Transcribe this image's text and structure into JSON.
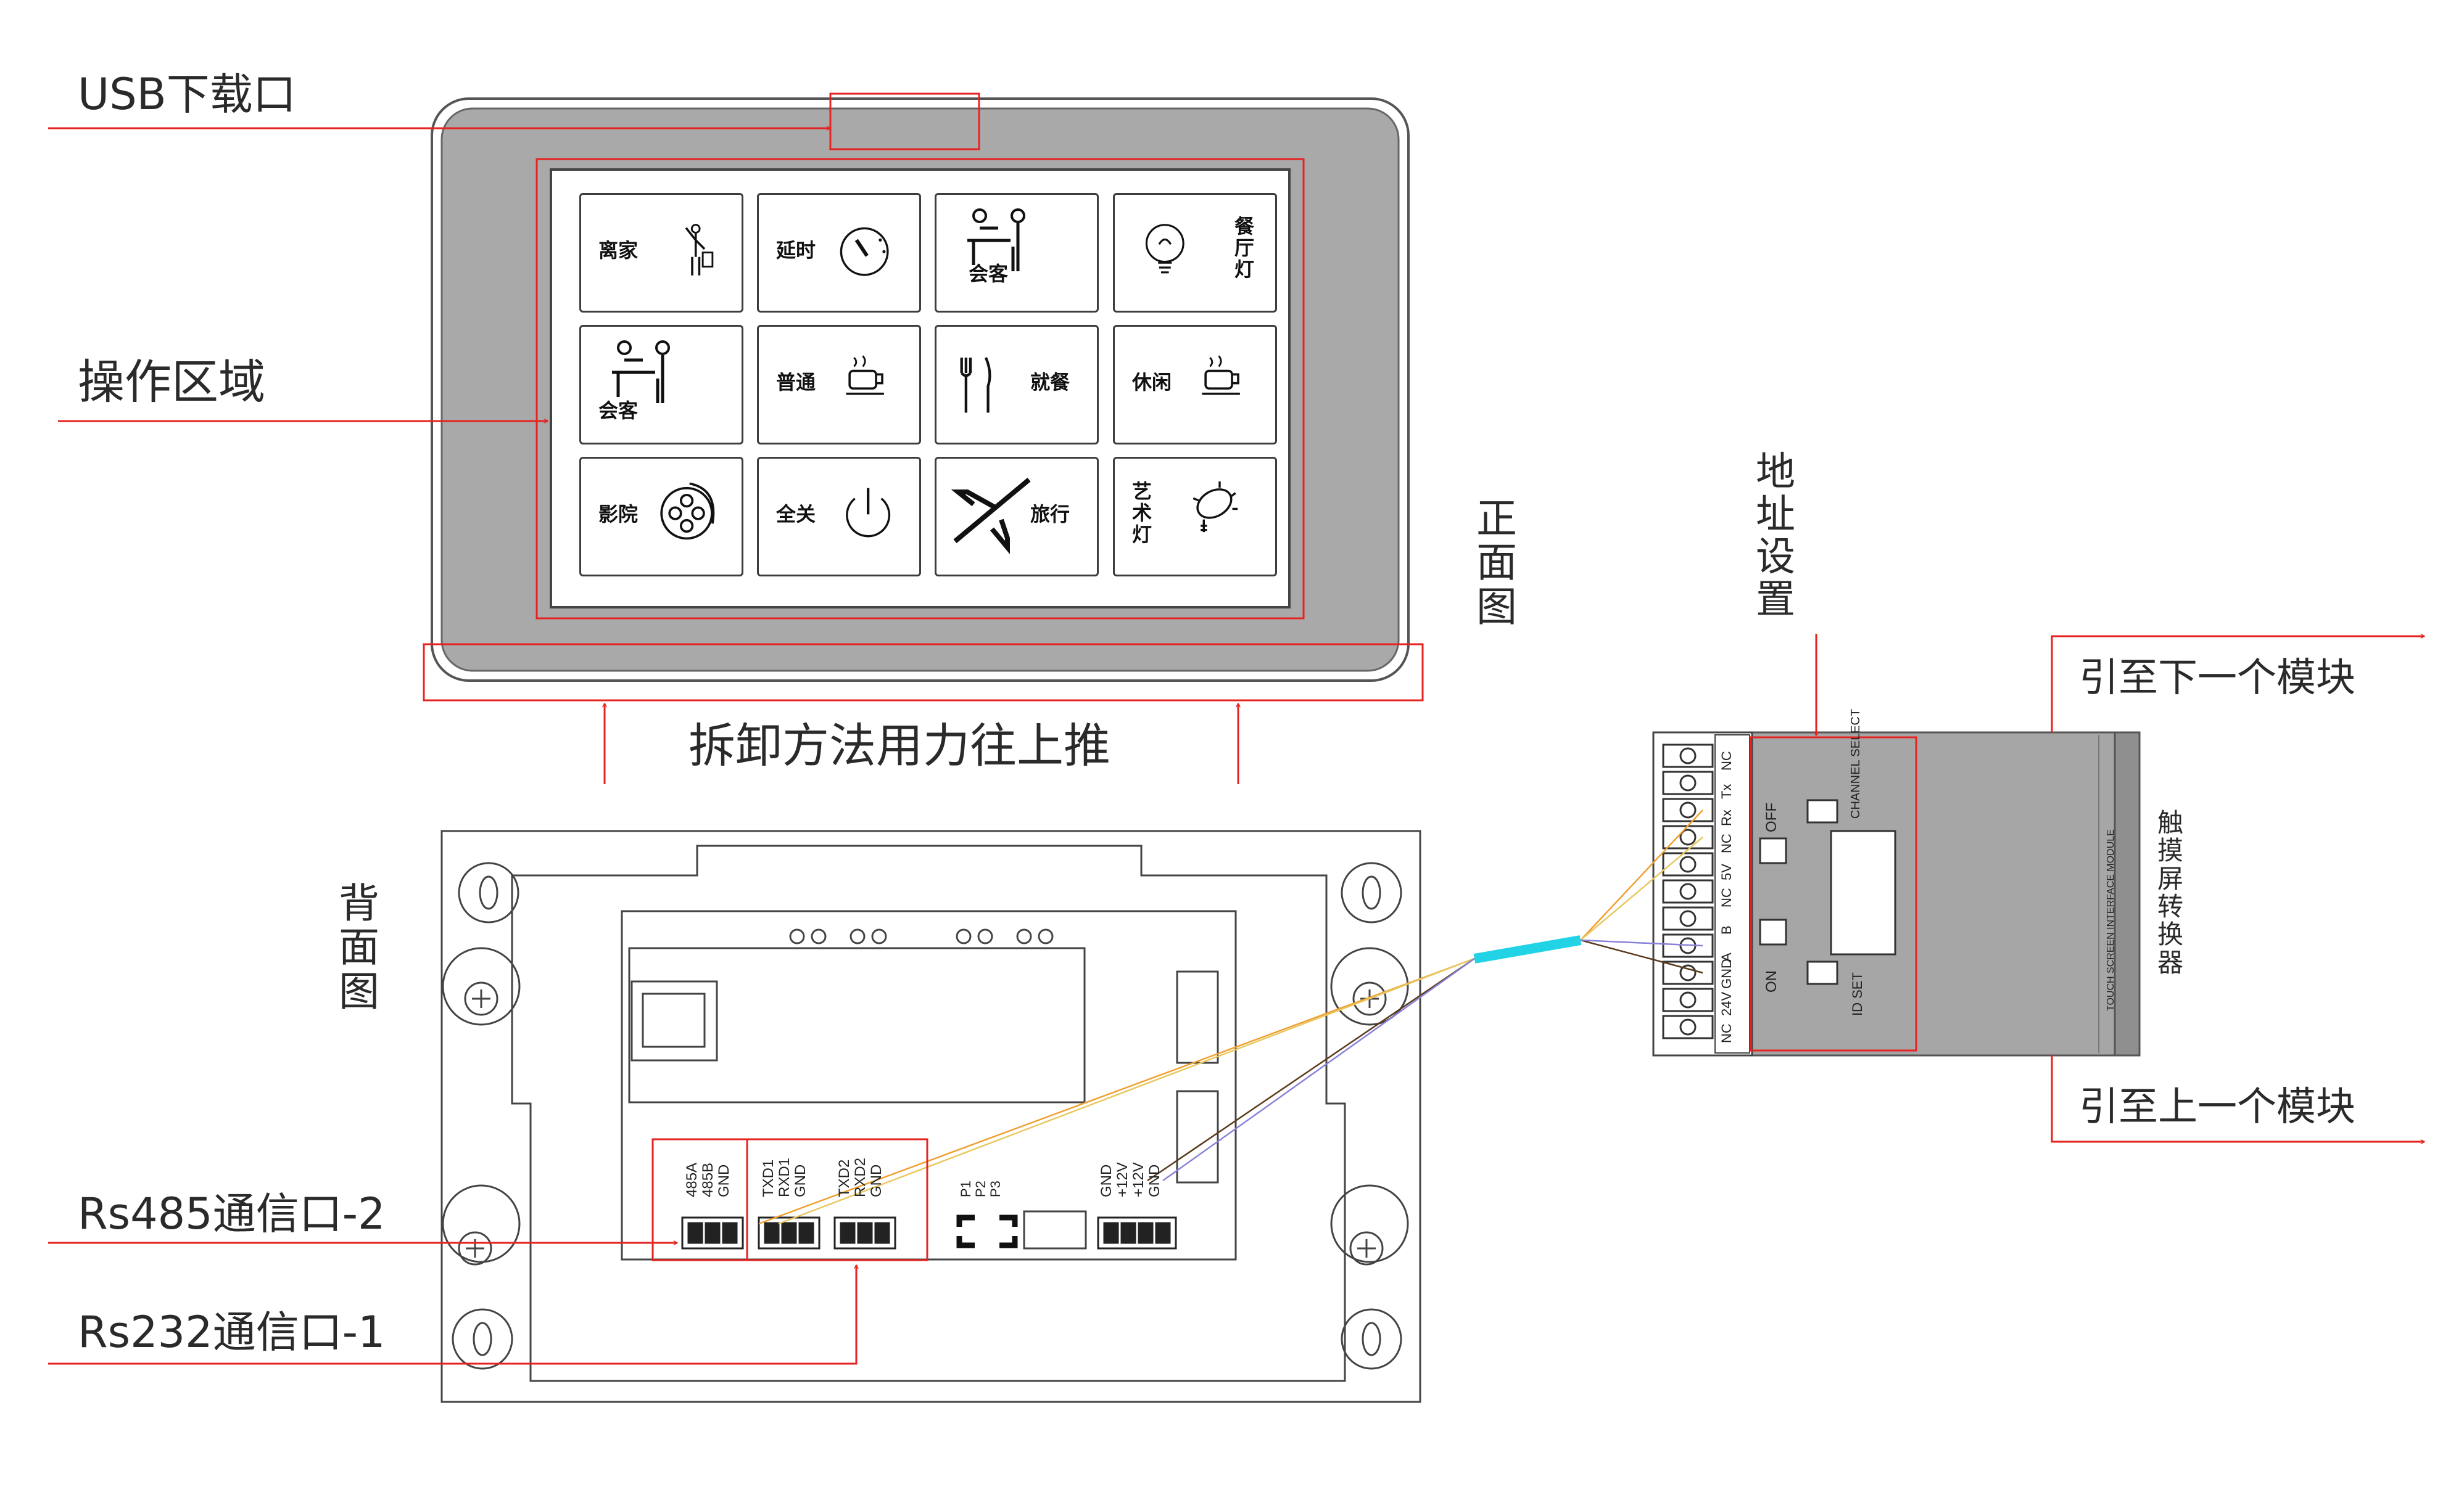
{
  "labels": {
    "usb_port": "USB下载口",
    "operation_area": "操作区域",
    "front_view": "正面图",
    "back_view": "背面图",
    "removal_method": "拆卸方法用力往上推",
    "rs485_port": "Rs485通信口-2",
    "rs232_port": "Rs232通信口-1",
    "address_setting": "地址设置",
    "to_next_module": "引至下一个模块",
    "to_previous_module": "引至上一个模块",
    "converter_name": "触摸屏转换器"
  },
  "buttons": [
    {
      "text": "离家",
      "icon": "person-leaving-icon"
    },
    {
      "text": "延时",
      "icon": "timer-dial-icon"
    },
    {
      "text": "会客",
      "icon": "meeting-guests-icon"
    },
    {
      "text": "餐厅灯",
      "icon": "light-bulb-icon"
    },
    {
      "text": "会客",
      "icon": "meeting-guests-icon"
    },
    {
      "text": "普通",
      "icon": "coffee-cup-icon"
    },
    {
      "text": "就餐",
      "icon": "fork-knife-icon"
    },
    {
      "text": "休闲",
      "icon": "coffee-cup-icon"
    },
    {
      "text": "影院",
      "icon": "film-reel-icon"
    },
    {
      "text": "全关",
      "icon": "power-icon"
    },
    {
      "text": "旅行",
      "icon": "airplane-icon"
    },
    {
      "text": "艺术灯",
      "icon": "art-light-bulb-icon"
    }
  ],
  "back_panel": {
    "terminal_group_1": [
      "485A",
      "485B",
      "GND"
    ],
    "terminal_group_2": [
      "TXD1",
      "RXD1",
      "GND"
    ],
    "terminal_group_3": [
      "TXD2",
      "RXD2",
      "GND"
    ],
    "jumper_labels": [
      "P1",
      "P2",
      "P3"
    ],
    "power_terminal": [
      "GND",
      "+12V",
      "+12V",
      "GND"
    ]
  },
  "module": {
    "terminal_pins": [
      "NC",
      "Tx",
      "Rx",
      "NC",
      "5V",
      "NC",
      "B",
      "A",
      "GND",
      "24V",
      "NC"
    ],
    "off_label": "OFF",
    "on_label": "ON",
    "channel_select": "CHANNEL SELECT",
    "id_set": "ID SET",
    "module_text": "TOUCH SCREEN INTERFACE MODULE"
  },
  "colors": {
    "annotation_red": "#e52421",
    "cable_cyan": "#22d3e6",
    "wire_orange": "#f0a030",
    "wire_yellow": "#e8c860",
    "wire_brown": "#5a3a1a",
    "wire_purple": "#8a82d8",
    "bezel_gray": "#a9a9a9",
    "module_gray": "#a6a6a6"
  }
}
